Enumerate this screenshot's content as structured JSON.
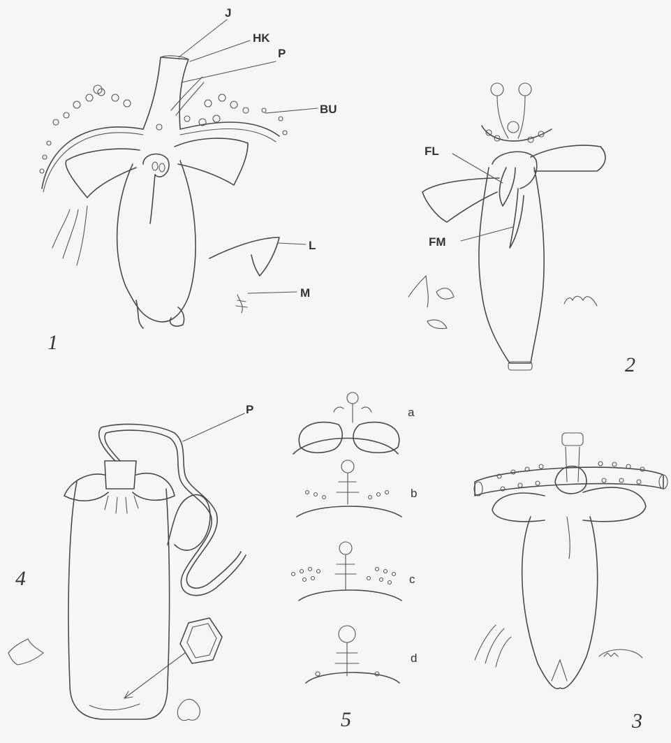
{
  "figures": {
    "fig1": {
      "number": "1",
      "labels": {
        "j": "J",
        "hk": "HK",
        "p": "P",
        "bu": "BU",
        "l": "L",
        "m": "M"
      }
    },
    "fig2": {
      "number": "2",
      "labels": {
        "fl": "FL",
        "fm": "FM"
      }
    },
    "fig3": {
      "number": "3"
    },
    "fig4": {
      "number": "4",
      "labels": {
        "p": "P"
      }
    },
    "fig5": {
      "number": "5",
      "panels": [
        "a",
        "b",
        "c",
        "d"
      ]
    }
  }
}
